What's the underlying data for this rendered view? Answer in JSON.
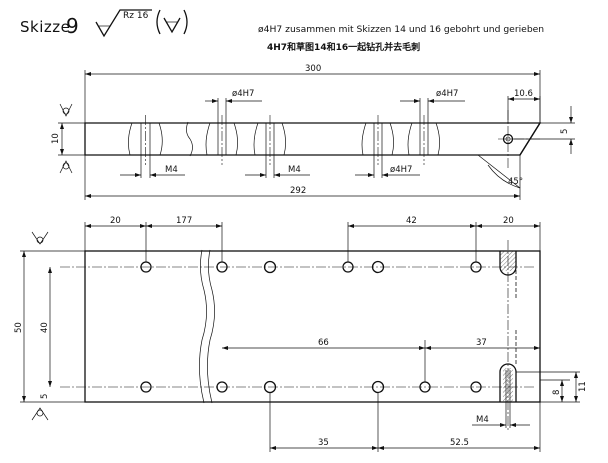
{
  "header": {
    "skizze_label": "Skizze",
    "skizze_number": "9",
    "roughness": "Rz 16",
    "note_de": "ø4H7 zusammen mit Skizzen 14 und 16 gebohrt und gerieben",
    "note_cn": "4H7和草图14和16一起钻孔并去毛刺"
  },
  "top_view": {
    "dim_total_length": "300",
    "dim_overall_292": "292",
    "dim_height": "10",
    "dim_edge_10_6": "10.6",
    "dim_pin_5": "5",
    "chamfer_angle": "45°",
    "label_phi4h7_a": "ø4H7",
    "label_phi4h7_b": "ø4H7",
    "label_phi4h7_c": "ø4H7",
    "label_m4_a": "M4",
    "label_m4_b": "M4"
  },
  "bottom_view": {
    "dim_20_left": "20",
    "dim_177": "177",
    "dim_42": "42",
    "dim_20_right": "20",
    "dim_50": "50",
    "dim_40": "40",
    "dim_5": "5",
    "dim_66": "66",
    "dim_37": "37",
    "dim_35": "35",
    "dim_52_5": "52.5",
    "dim_8": "8",
    "dim_11": "11",
    "label_m4": "M4"
  }
}
